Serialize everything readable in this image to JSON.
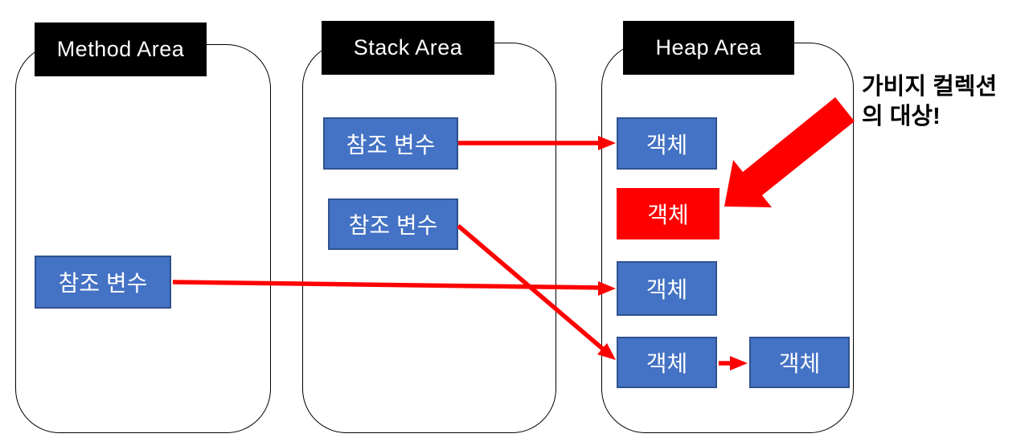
{
  "colors": {
    "node_blue": "#4472C4",
    "node_blue_border": "#2F528F",
    "node_red": "#FF0000",
    "arrow_red": "#FF0000",
    "header_bg": "#000000",
    "header_text": "#FFFFFF",
    "outline_black": "#000000"
  },
  "areas": {
    "method": {
      "title": "Method Area"
    },
    "stack": {
      "title": "Stack Area"
    },
    "heap": {
      "title": "Heap Area"
    }
  },
  "nodes": {
    "method_ref": {
      "label": "참조 변수"
    },
    "stack_ref_1": {
      "label": "참조 변수"
    },
    "stack_ref_2": {
      "label": "참조 변수"
    },
    "heap_obj_1": {
      "label": "객체"
    },
    "heap_obj_2": {
      "label": "객체"
    },
    "heap_obj_3": {
      "label": "객체"
    },
    "heap_obj_4": {
      "label": "객체"
    },
    "heap_obj_5": {
      "label": "객체"
    }
  },
  "annotation": {
    "line1": "가비지 컬렉션",
    "line2": "의 대상!"
  }
}
